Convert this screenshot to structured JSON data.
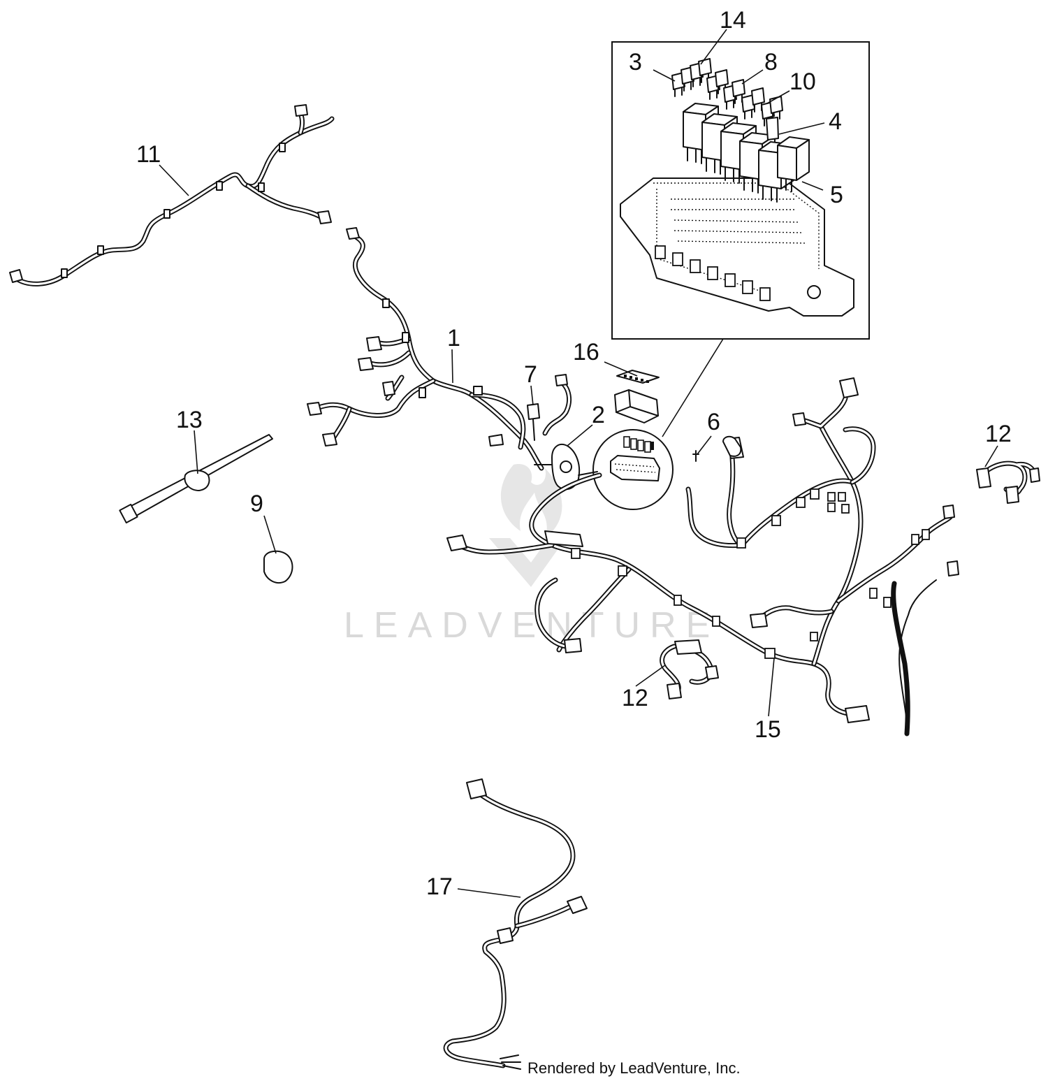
{
  "diagram": {
    "callouts": [
      "1",
      "2",
      "3",
      "4",
      "5",
      "6",
      "7",
      "8",
      "9",
      "10",
      "11",
      "12",
      "12",
      "13",
      "14",
      "15",
      "16",
      "17"
    ],
    "watermark": "LEADVENTURE",
    "footer": "Rendered by LeadVenture, Inc.",
    "colors": {
      "line": "#111111",
      "background": "#ffffff",
      "watermark": "#d9d9d9"
    },
    "icons": [
      "wiring-harness",
      "fuse-box",
      "relay",
      "fuse",
      "connector",
      "cable-tie"
    ]
  }
}
